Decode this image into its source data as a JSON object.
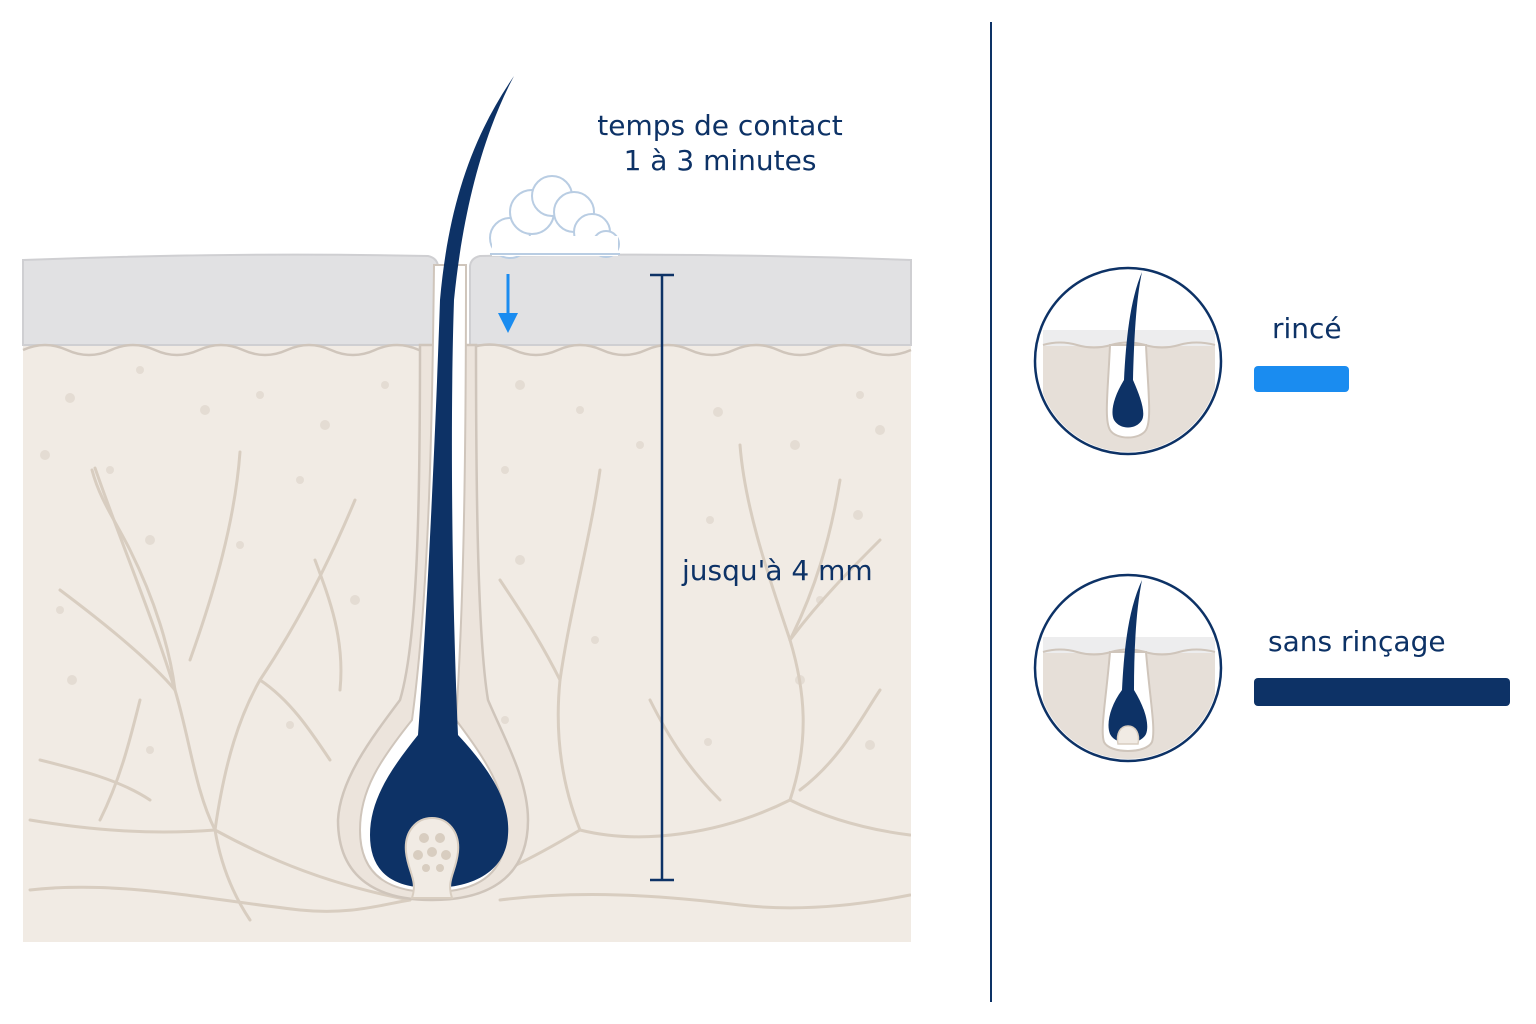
{
  "diagram": {
    "contact_time": {
      "line1": "temps de contact",
      "line2": "1 à 3 minutes"
    },
    "depth_label": "jusqu'à 4 mm",
    "comparison": [
      {
        "label": "rincé",
        "bar_color": "#1a8cf0",
        "bar_level": 0.37
      },
      {
        "label": "sans rinçage",
        "bar_color": "#0d3266",
        "bar_level": 1.0
      }
    ],
    "colors": {
      "hair": "#0d3266",
      "arrow": "#1a8cf0",
      "divider": "#0d3266",
      "dermis": "#f1ebe4",
      "epidermis": "#e1e1e3"
    }
  }
}
